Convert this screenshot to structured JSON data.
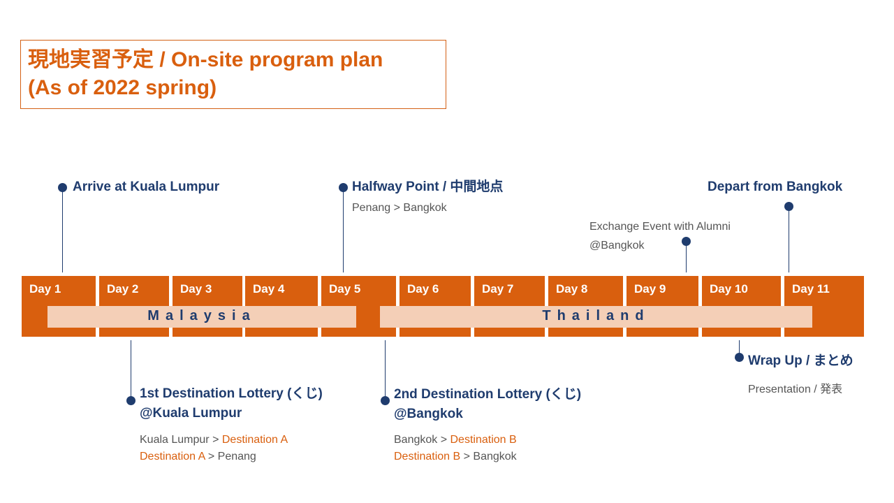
{
  "title": {
    "line1": "現地実習予定 / On-site program plan",
    "line2": "(As of 2022 spring)"
  },
  "days": [
    "Day 1",
    "Day 2",
    "Day 3",
    "Day 4",
    "Day 5",
    "Day 6",
    "Day 7",
    "Day 8",
    "Day 9",
    "Day 10",
    "Day 11"
  ],
  "countries": {
    "malaysia": "Malaysia",
    "thailand": "Thailand"
  },
  "events": {
    "arrive": {
      "title": "Arrive at Kuala Lumpur"
    },
    "halfway": {
      "title": "Halfway Point / 中間地点",
      "sub": "Penang > Bangkok"
    },
    "depart": {
      "title": "Depart from Bangkok"
    },
    "exchange": {
      "line1": "Exchange Event with Alumni",
      "line2": "@Bangkok"
    },
    "lottery1": {
      "title1": "1st Destination Lottery (くじ)",
      "title2": "@Kuala Lumpur",
      "r1a": "Kuala Lumpur > ",
      "r1b": "Destination A",
      "r2a": "Destination A",
      "r2b": " > Penang"
    },
    "lottery2": {
      "title1": "2nd Destination Lottery (くじ)",
      "title2": "@Bangkok",
      "r1a": "Bangkok > ",
      "r1b": "Destination B",
      "r2a": "Destination B",
      "r2b": " > Bangkok"
    },
    "wrapup": {
      "title": "Wrap Up / まとめ",
      "sub": "Presentation / 発表"
    }
  }
}
